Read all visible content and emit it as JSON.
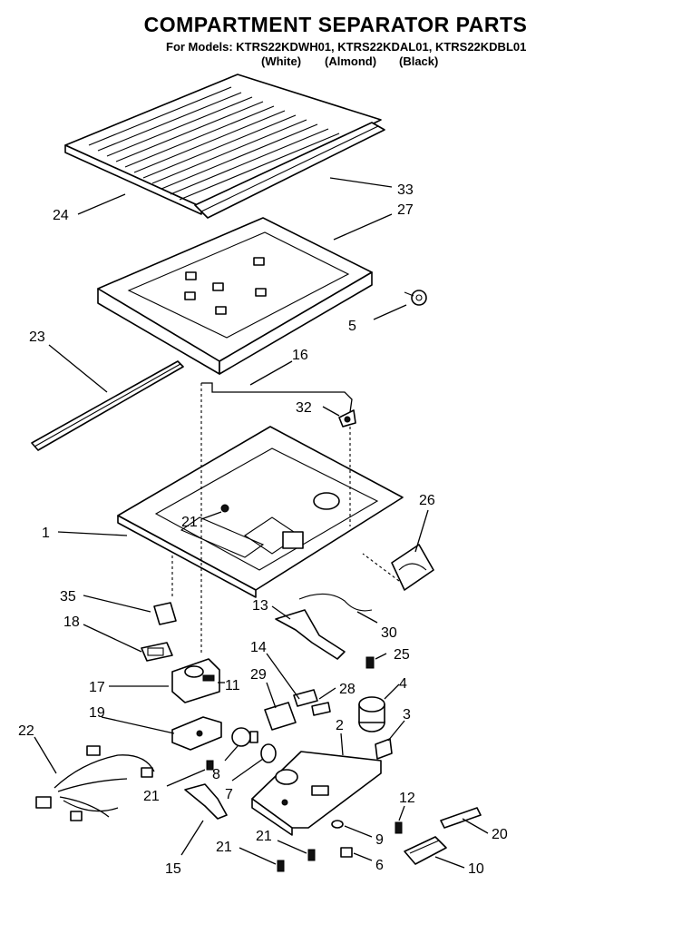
{
  "header": {
    "title": "COMPARTMENT SEPARATOR PARTS",
    "models_prefix": "For Models:",
    "models": [
      "KTRS22KDWH01,",
      "KTRS22KDAL01,",
      "KTRS22KDBL01"
    ],
    "variants": [
      "(White)",
      "(Almond)",
      "(Black)"
    ]
  },
  "callouts": [
    "24",
    "33",
    "27",
    "5",
    "23",
    "16",
    "32",
    "1",
    "21",
    "26",
    "35",
    "13",
    "30",
    "18",
    "14",
    "25",
    "17",
    "11",
    "29",
    "28",
    "4",
    "19",
    "2",
    "3",
    "22",
    "8",
    "21",
    "7",
    "12",
    "15",
    "21",
    "21",
    "9",
    "6",
    "20",
    "10"
  ],
  "colors": {
    "ink": "#000000",
    "paper": "#ffffff"
  }
}
